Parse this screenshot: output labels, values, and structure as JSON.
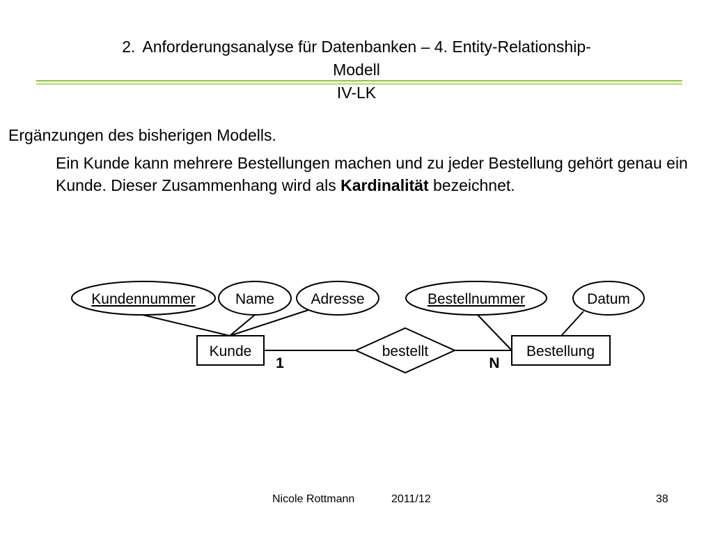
{
  "slide": {
    "title_number": "2.",
    "title_line1": "Anforderungsanalyse für Datenbanken – 4. Entity-Relationship-",
    "title_line2": "Modell",
    "title_line3": "IV-LK",
    "intro": "Ergänzungen des bisherigen Modells.",
    "paragraph_before": "Ein Kunde kann mehrere Bestellungen machen und zu jeder Bestellung gehört genau ein Kunde. Dieser Zusammenhang wird als ",
    "paragraph_bold": "Kardinalität",
    "paragraph_after": " bezeichnet.",
    "rule_color_dark": "#8dc63f",
    "rule_color_light": "#c5e39a"
  },
  "diagram": {
    "entities": {
      "kunde": "Kunde",
      "bestellung": "Bestellung"
    },
    "relationship": "bestellt",
    "attributes": {
      "kundennummer": "Kundennummer",
      "name": "Name",
      "adresse": "Adresse",
      "bestellnummer": "Bestellnummer",
      "datum": "Datum"
    },
    "cardinality": {
      "kunde_side": "1",
      "bestellung_side": "N"
    }
  },
  "footer": {
    "author": "Nicole Rottmann",
    "term": "2011/12",
    "page": "38"
  }
}
